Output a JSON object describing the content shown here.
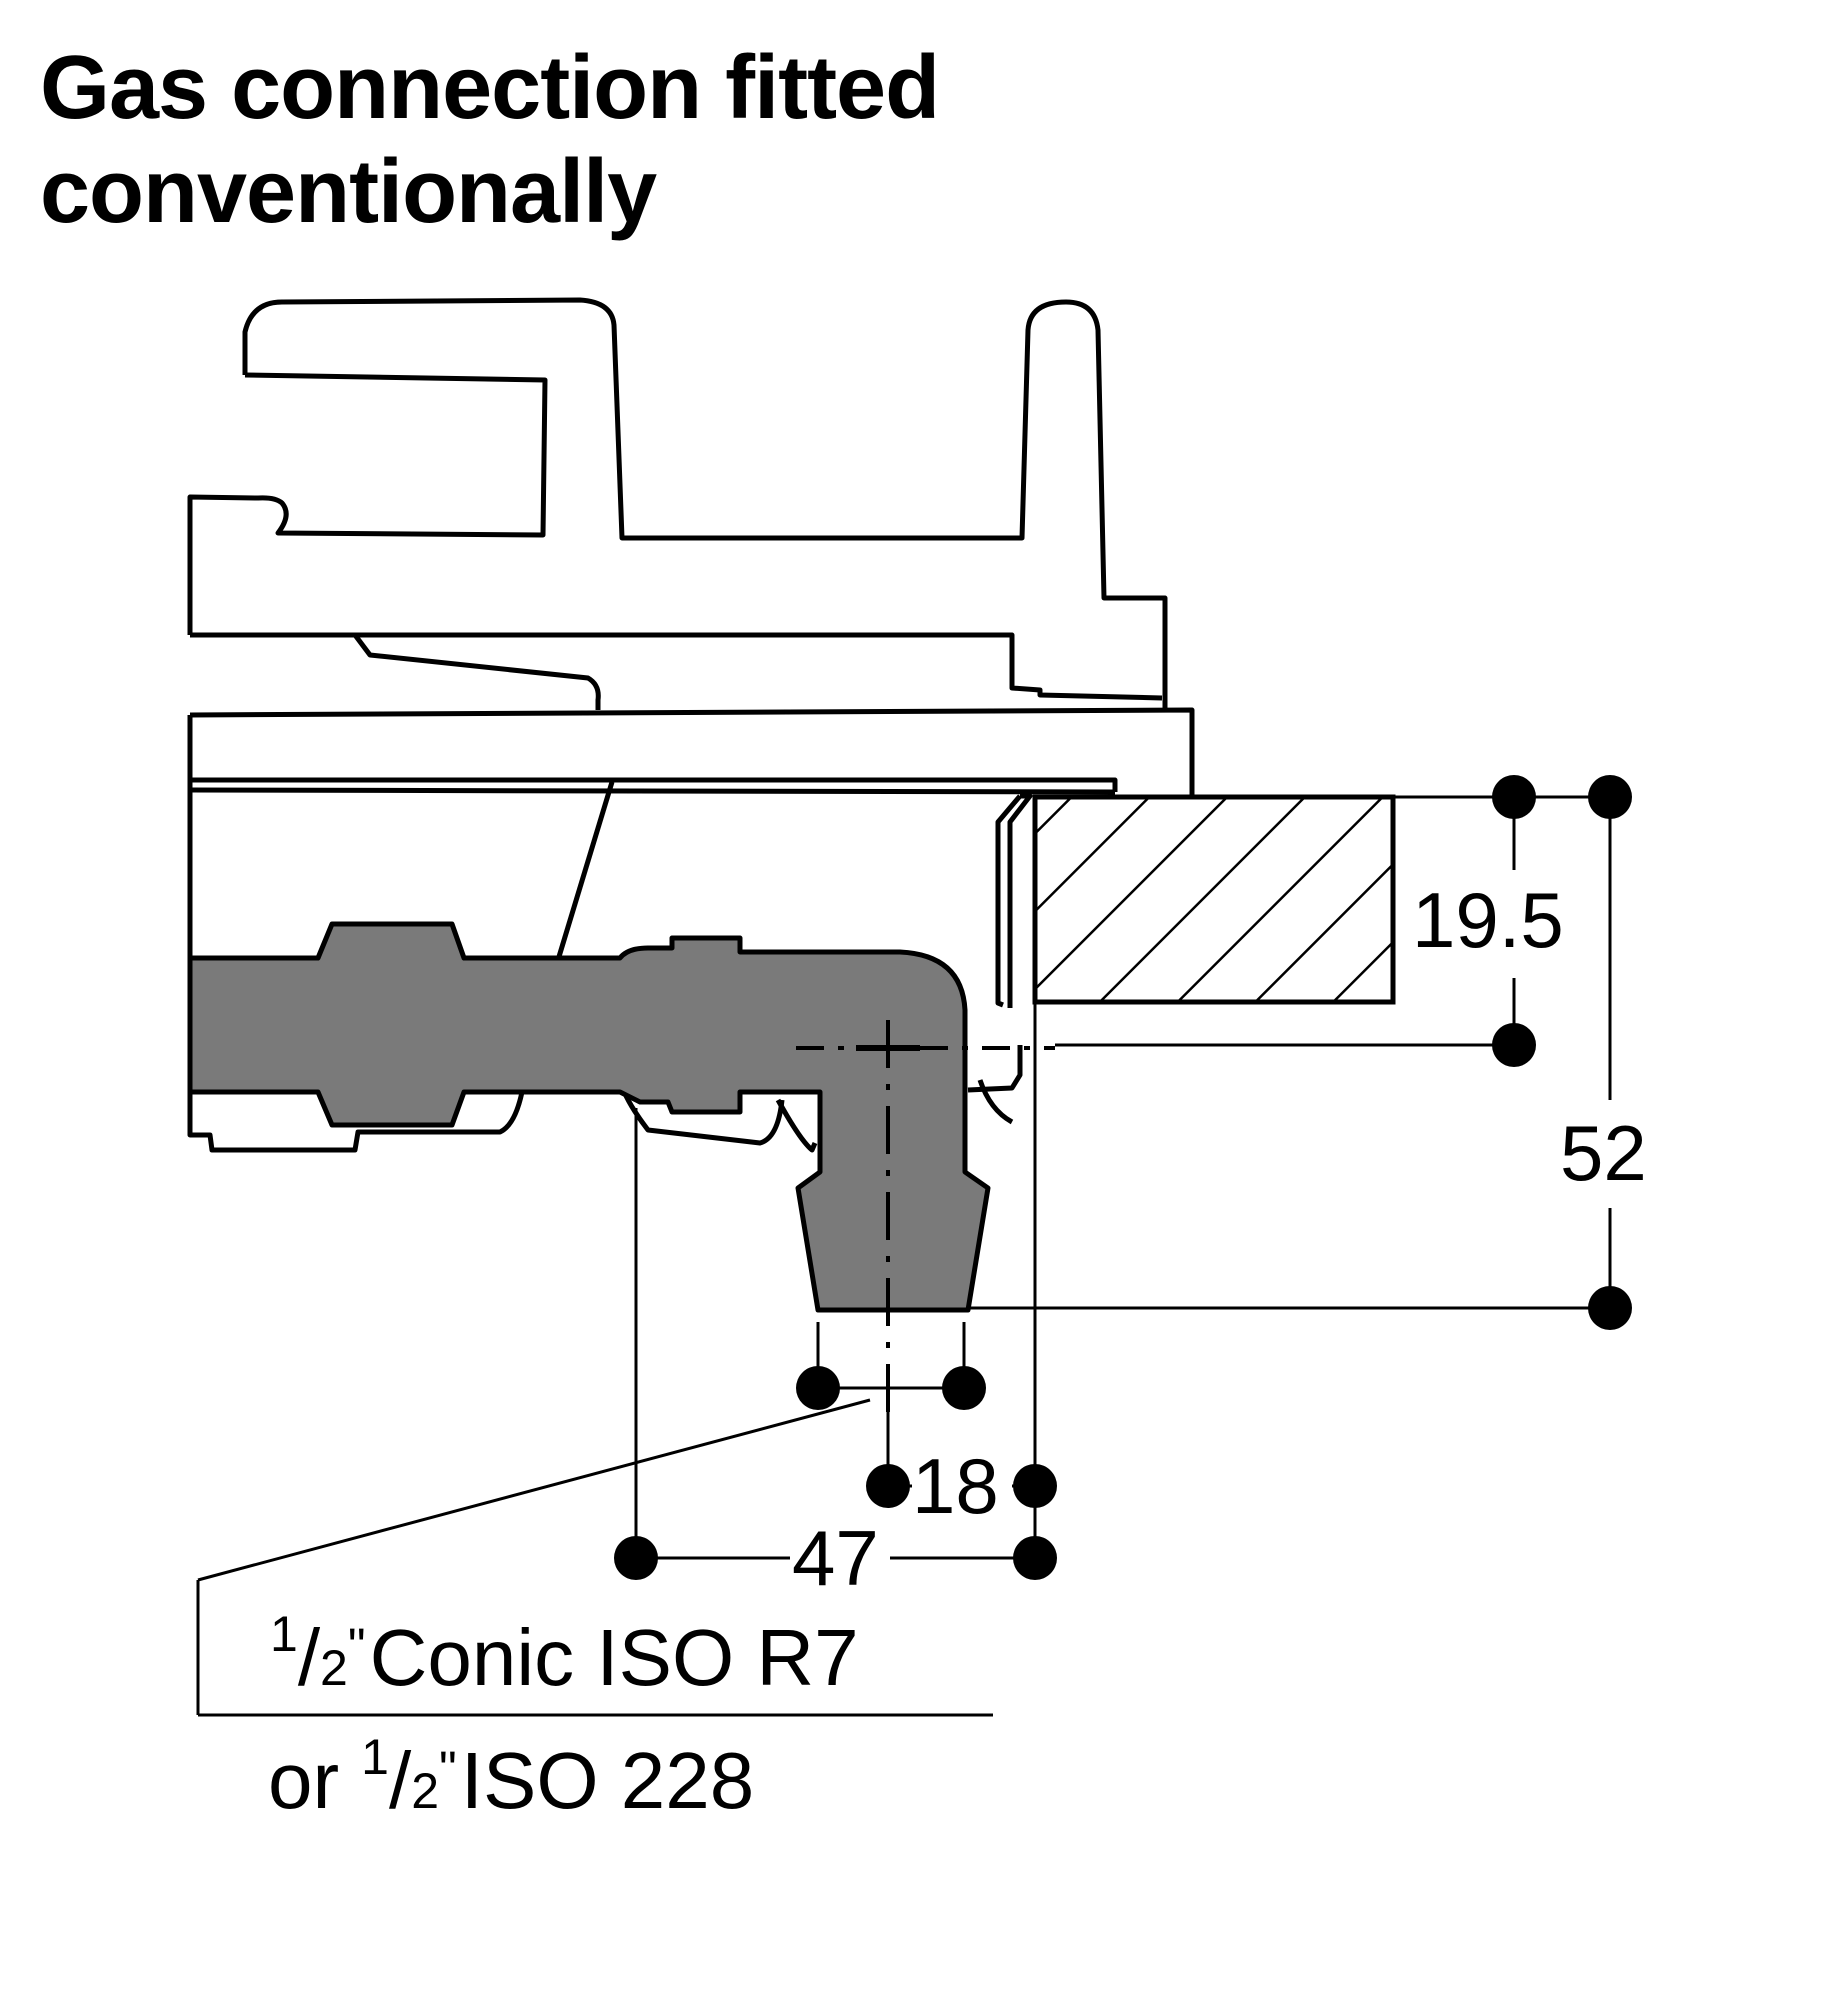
{
  "title": {
    "line1": "Gas connection fitted",
    "line2": "conventionally"
  },
  "dimensions": {
    "worktop_thickness": "19.5",
    "connection_height": "52",
    "pipe_diameter_offset": "18",
    "connection_distance": "47"
  },
  "thread_note": {
    "line1_sup": "1",
    "line1_slash": "/",
    "line1_sub": "2",
    "line1_inch": "\"",
    "line1_text": "Conic ISO R7",
    "line2_prefix": "or",
    "line2_sup": "1",
    "line2_slash": "/",
    "line2_sub": "2",
    "line2_inch": "\"",
    "line2_text": "ISO 228"
  },
  "colors": {
    "line": "#000000",
    "pipe_fill": "#7a7a7a",
    "background": "#ffffff"
  }
}
